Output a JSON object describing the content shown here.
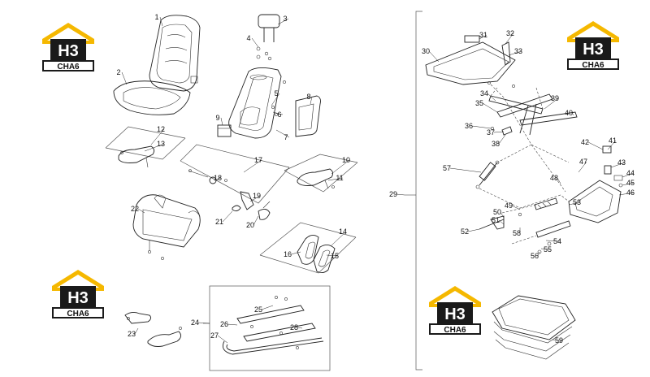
{
  "logo": {
    "mark": "H3",
    "brand": "CHA6",
    "colors": {
      "roof": "#f5b800",
      "box": "#1a1a1a",
      "text": "#ffffff"
    }
  },
  "callouts": [
    "1",
    "2",
    "3",
    "4",
    "5",
    "6",
    "7",
    "8",
    "9",
    "10",
    "11",
    "12",
    "13",
    "14",
    "15",
    "16",
    "17",
    "18",
    "19",
    "20",
    "21",
    "22",
    "23",
    "24",
    "25",
    "26",
    "27",
    "28",
    "29",
    "30",
    "31",
    "32",
    "33",
    "34",
    "35",
    "36",
    "37",
    "38",
    "39",
    "40",
    "41",
    "42",
    "43",
    "44",
    "45",
    "46",
    "47",
    "48",
    "49",
    "50",
    "51",
    "52",
    "53",
    "54",
    "55",
    "56",
    "57",
    "58",
    "59"
  ]
}
